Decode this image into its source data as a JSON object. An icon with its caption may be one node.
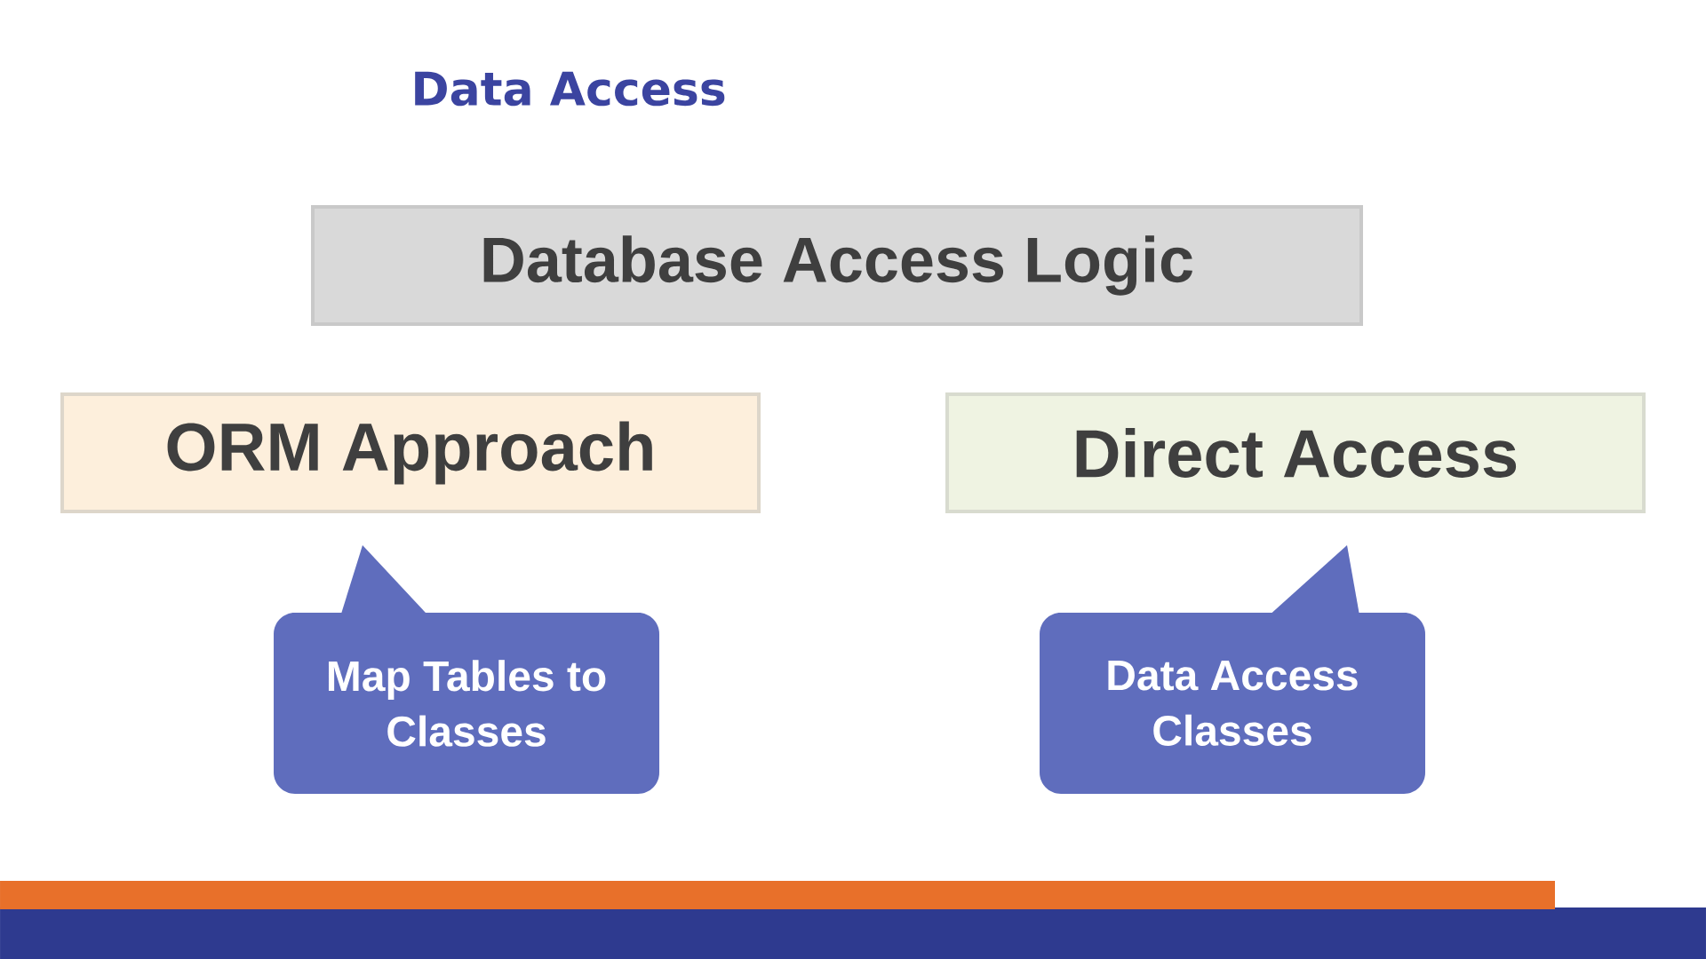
{
  "diagram": {
    "title": "Data Access",
    "nodes": [
      {
        "text": [
          "Database Access Logic"
        ]
      },
      {
        "text": [
          "ORM Approach"
        ]
      },
      {
        "text": [
          "Direct Access"
        ]
      },
      {
        "text": [
          "Map Tables to Classes"
        ]
      },
      {
        "text": [
          "Data Access Classes"
        ]
      }
    ]
  }
}
